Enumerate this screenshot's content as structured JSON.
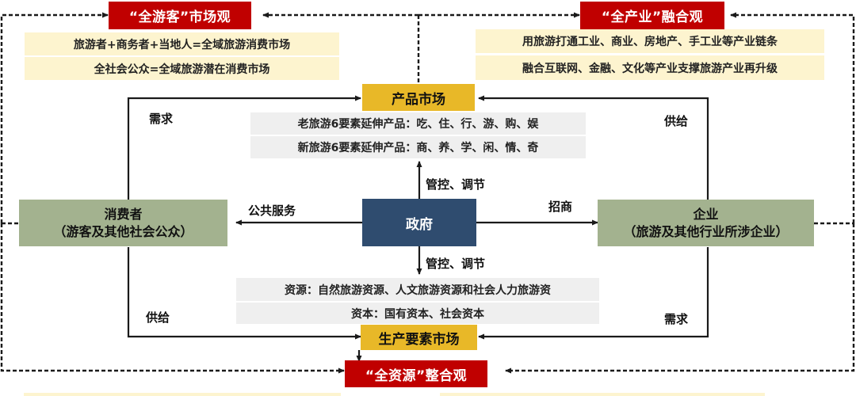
{
  "colors": {
    "concept_red": "#c00000",
    "market_gold": "#e8b828",
    "note_cream": "#fdf4cf",
    "detail_grey": "#efefef",
    "actor_sage": "#a3b28f",
    "government_navy": "#2f4c6f",
    "line": "#1a1a1a"
  },
  "concepts": {
    "all_tourists": "“全游客”市场观",
    "all_industry": "“全产业”融合观",
    "all_resources": "“全资源”整合观"
  },
  "notes": {
    "all_tourists": [
      "旅游者+商务者+当地人=全域旅游消费市场",
      "全社会公众=全域旅游潜在消费市场"
    ],
    "all_industry": [
      "用旅游打通工业、商业、房地产、手工业等产业链条",
      "融合互联网、金融、文化等产业支撑旅游产业再升级"
    ]
  },
  "markets": {
    "product": {
      "title": "产品市场",
      "details": [
        "老旅游6要素延伸产品：吃、住、行、游、购、娱",
        "新旅游6要素延伸产品：商、养、学、闲、情、奇"
      ]
    },
    "factor": {
      "title": "生产要素市场",
      "details": [
        "资源：自然旅游资源、人文旅游资源和社会人力旅游资",
        "资本：国有资本、社会资本"
      ]
    }
  },
  "actors": {
    "consumer": {
      "title": "消费者",
      "subtitle": "（游客及其他社会公众）"
    },
    "government": {
      "title": "政府"
    },
    "enterprise": {
      "title": "企业",
      "subtitle": "（旅游及其他行业所涉企业）"
    }
  },
  "flows": {
    "consumer_to_product": "需求",
    "enterprise_to_product": "供给",
    "consumer_to_factor": "供给",
    "enterprise_to_factor": "需求",
    "gov_to_product": "管控、调节",
    "gov_to_factor": "管控、调节",
    "gov_to_consumer": "公共服务",
    "gov_to_enterprise": "招商"
  }
}
